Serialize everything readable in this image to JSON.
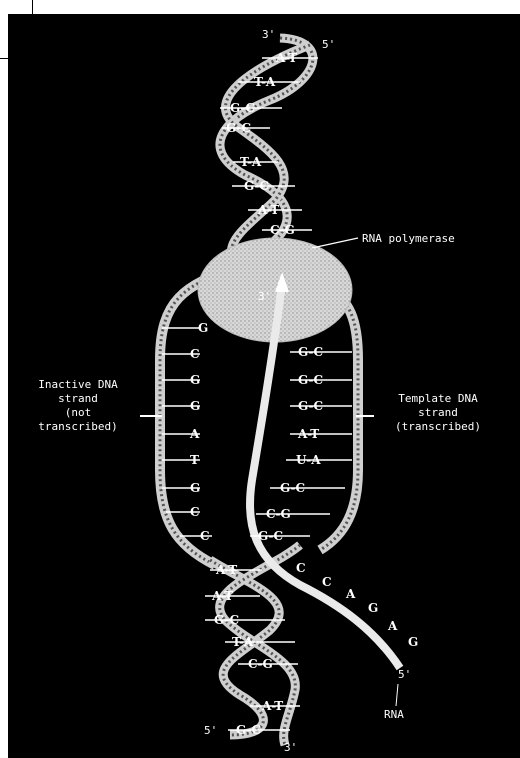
{
  "labels": {
    "rna_polymerase": "RNA polymerase",
    "inactive_strand": [
      "Inactive DNA",
      "strand",
      "(not",
      "transcribed)"
    ],
    "template_strand": [
      "Template DNA",
      "strand",
      "(transcribed)"
    ],
    "rna": "RNA"
  },
  "ends": {
    "top_left": "3'",
    "top_right": "5'",
    "bottom_left": "5'",
    "bottom_right": "3'",
    "rna_end": "5'",
    "rna_start": "3'"
  },
  "top_pairs": [
    "A-T",
    "T-A",
    "G-C",
    "G-C",
    "T-A",
    "G-C",
    "A-T",
    "C-G"
  ],
  "inactive_bases": [
    "G",
    "C",
    "G",
    "G",
    "A",
    "T",
    "G",
    "C",
    "C"
  ],
  "template_pairs": [
    "G-C",
    "G-C",
    "G-C",
    "A-T",
    "U-A",
    "G-C",
    "C-G",
    "G-C"
  ],
  "rna_tail_bases": [
    "C",
    "C",
    "A",
    "G",
    "A",
    "G"
  ],
  "bottom_pairs": [
    "A-T",
    "A-T",
    "G-C",
    "T-A",
    "C-G",
    "A-T",
    "G-C"
  ]
}
